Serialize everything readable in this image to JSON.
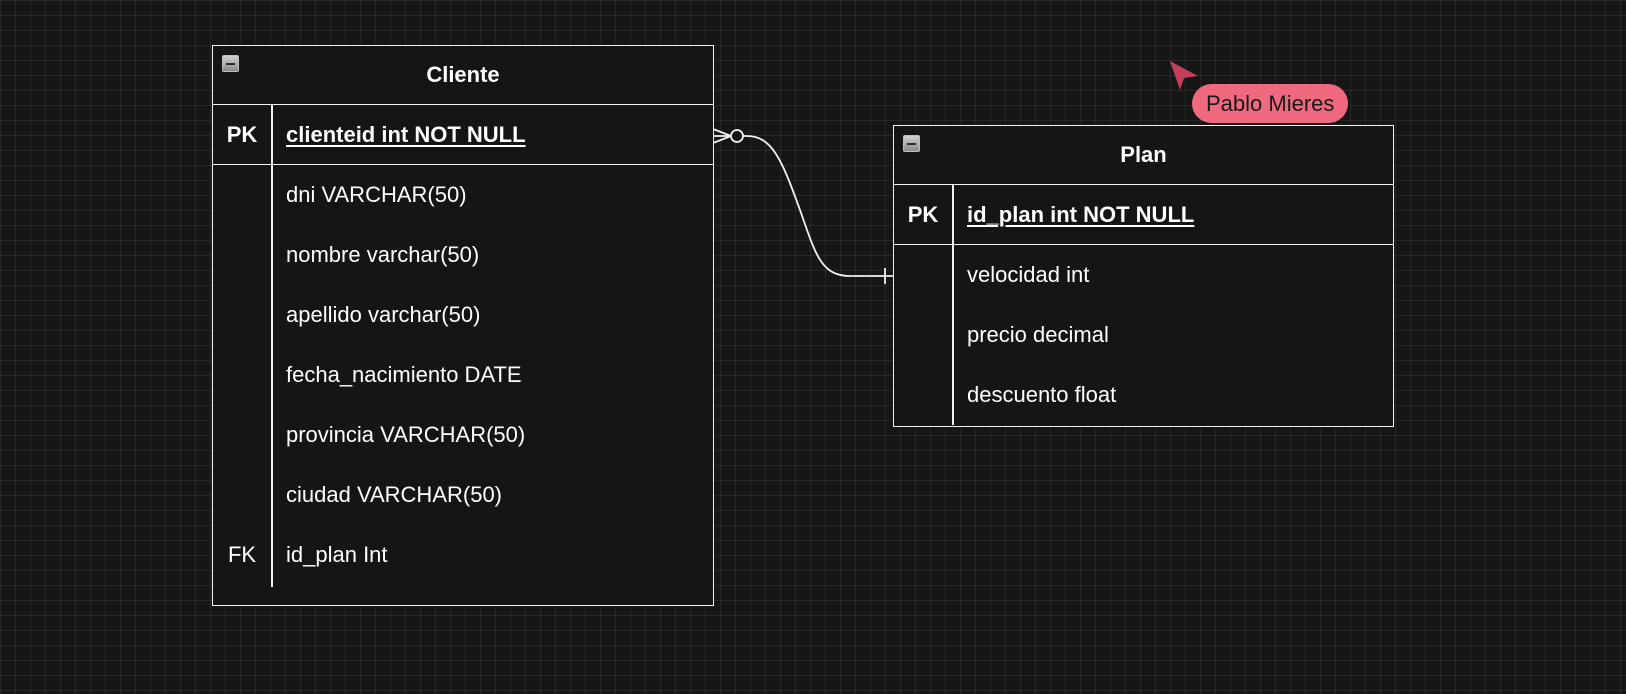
{
  "diagram": {
    "entities": [
      {
        "name": "Cliente",
        "pk": {
          "key": "PK",
          "field": "clienteid int NOT NULL"
        },
        "rows": [
          {
            "key": "",
            "field": "dni VARCHAR(50)"
          },
          {
            "key": "",
            "field": "nombre varchar(50)"
          },
          {
            "key": "",
            "field": "apellido varchar(50)"
          },
          {
            "key": "",
            "field": "fecha_nacimiento DATE"
          },
          {
            "key": "",
            "field": "provincia VARCHAR(50)"
          },
          {
            "key": "",
            "field": "ciudad VARCHAR(50)"
          },
          {
            "key": "FK",
            "field": "id_plan Int"
          }
        ]
      },
      {
        "name": "Plan",
        "pk": {
          "key": "PK",
          "field": "id_plan int NOT NULL"
        },
        "rows": [
          {
            "key": "",
            "field": "velocidad int"
          },
          {
            "key": "",
            "field": "precio decimal"
          },
          {
            "key": "",
            "field": "descuento float"
          }
        ]
      }
    ],
    "relationship": {
      "from": "Cliente",
      "to": "Plan",
      "from_end": "zero-or-many",
      "to_end": "one"
    },
    "collaborator": {
      "name": "Pablo Mieres",
      "color": "#f0697f"
    }
  }
}
